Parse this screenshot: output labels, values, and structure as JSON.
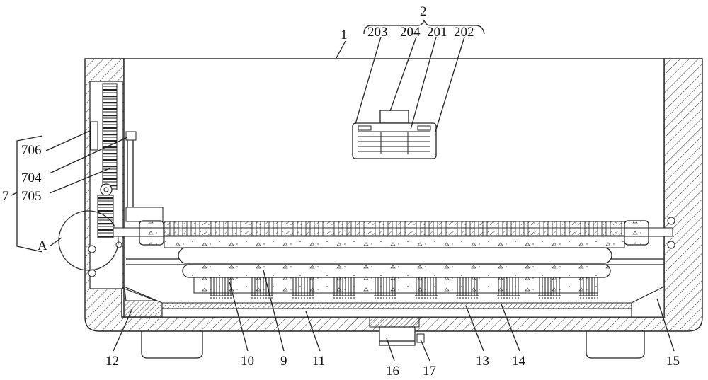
{
  "labels": {
    "l1": "1",
    "l2": "2",
    "l203": "203",
    "l204": "204",
    "l201": "201",
    "l202": "202",
    "l706": "706",
    "l704": "704",
    "l705": "705",
    "l7": "7",
    "lA": "A",
    "l12": "12",
    "l10": "10",
    "l9": "9",
    "l11": "11",
    "l16": "16",
    "l17": "17",
    "l13": "13",
    "l14": "14",
    "l15": "15"
  },
  "colors": {
    "line": "#222222",
    "background": "#ffffff",
    "hatch": "#333333"
  }
}
